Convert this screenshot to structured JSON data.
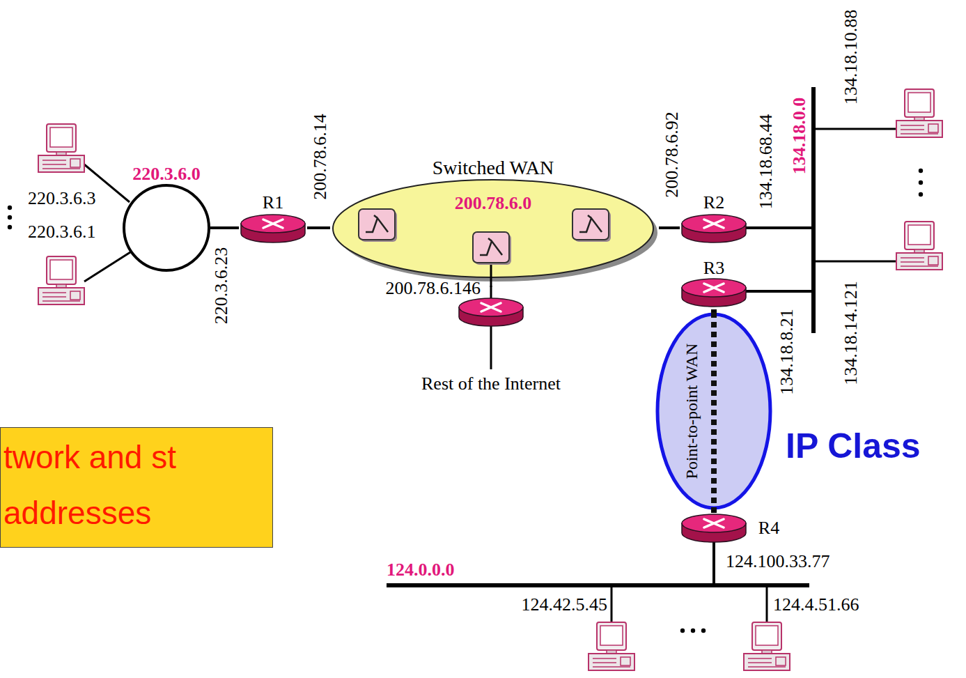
{
  "diagram": {
    "nodes": [
      {
        "text": [
          "220.3.6.0"
        ]
      },
      {
        "text": [
          "R1"
        ]
      },
      {
        "text": [
          "Switched WAN",
          "200.78.6.0"
        ]
      },
      {
        "text": [
          "R2"
        ]
      },
      {
        "text": [
          "R3"
        ]
      },
      {
        "text": [
          "Point-to-point WAN"
        ]
      },
      {
        "text": [
          "R4"
        ]
      },
      {
        "text": [
          "twork and st addresses"
        ]
      }
    ],
    "edges": [
      {
        "from": 0,
        "to": 1,
        "arrow": "none"
      },
      {
        "from": 1,
        "to": 2,
        "arrow": "none"
      },
      {
        "from": 2,
        "to": 3,
        "arrow": "none"
      },
      {
        "from": 4,
        "to": 5,
        "arrow": "none"
      },
      {
        "from": 5,
        "to": 6,
        "arrow": "none"
      }
    ],
    "labels": [
      "220.3.6.3",
      "220.3.6.1",
      "220.3.6.23",
      "200.78.6.14",
      "200.78.6.146",
      "Rest of the Internet",
      "200.78.6.92",
      "134.18.68.44",
      "134.18.0.0",
      "134.18.10.88",
      "134.18.14.121",
      "134.18.8.21",
      "IP Class",
      "124.0.0.0",
      "124.100.33.77",
      "124.42.5.45",
      "124.4.51.66"
    ]
  }
}
